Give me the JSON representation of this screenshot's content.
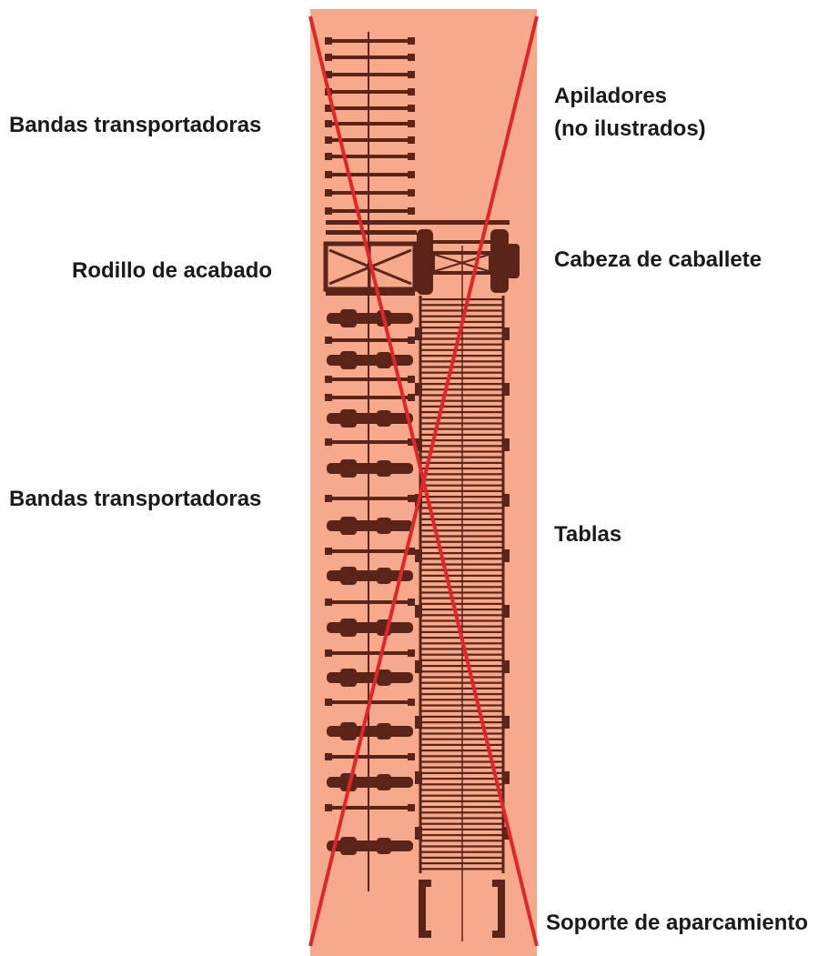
{
  "labels": {
    "left": {
      "conveyors_top": "Bandas transportadoras",
      "finishing_roller": "Rodillo de acabado",
      "conveyors_bottom": "Bandas transportadoras"
    },
    "right": {
      "stackers_line1": "Apiladores",
      "stackers_line2": "(no ilustrados)",
      "trestle_head": "Cabeza de caballete",
      "boards": "Tablas",
      "parking_stand": "Soporte de aparcamiento"
    }
  },
  "colors": {
    "panel_background": "#f7a98c",
    "equipment": "#5a2418",
    "cross_out": "#e0262b",
    "text": "#1a1a1a"
  },
  "crossed_out": true
}
